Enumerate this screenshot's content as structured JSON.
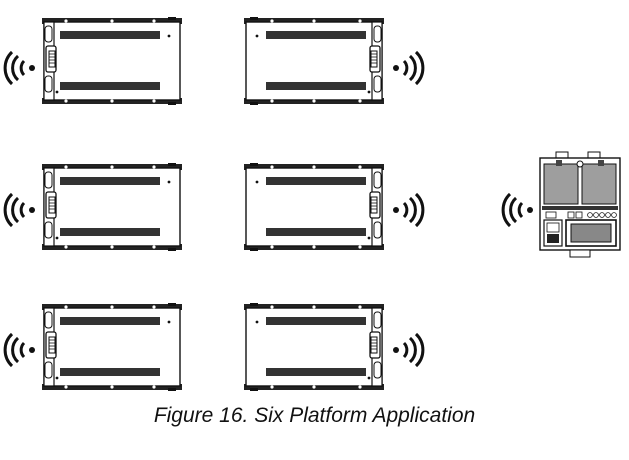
{
  "figure": {
    "caption": "Figure 16. Six Platform Application",
    "platform_count": 6,
    "platforms": [
      {
        "name": "platform-1",
        "icon": "wireless-signal-icon"
      },
      {
        "name": "platform-2",
        "icon": "wireless-signal-icon"
      },
      {
        "name": "platform-3",
        "icon": "wireless-signal-icon"
      },
      {
        "name": "platform-4",
        "icon": "wireless-signal-icon"
      },
      {
        "name": "platform-5",
        "icon": "wireless-signal-icon"
      },
      {
        "name": "platform-6",
        "icon": "wireless-signal-icon"
      }
    ],
    "indicator": {
      "name": "weight-indicator",
      "icon": "wireless-signal-icon"
    },
    "colors": {
      "line": "#111111",
      "fill_dark": "#222222",
      "fill_light": "#d9d9d9",
      "fill_mid": "#bdbdbd"
    }
  }
}
